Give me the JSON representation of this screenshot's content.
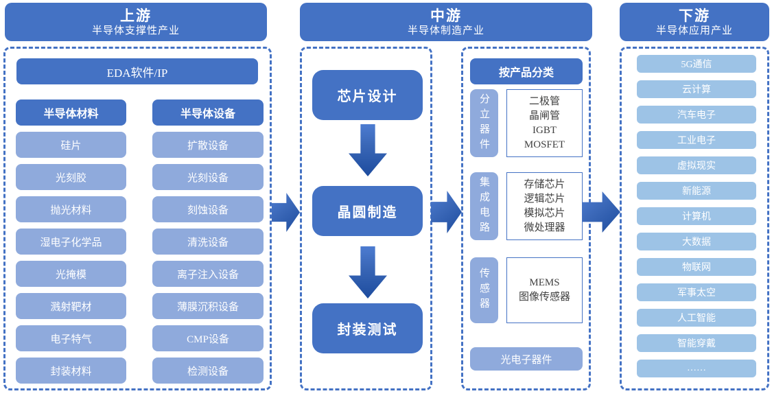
{
  "palette": {
    "header_blue": "#4472C4",
    "item_blue": "#8FAADC",
    "app_blue": "#9DC3E6",
    "arrow_dark_blue": "#1D4C9E",
    "dashed_border": "#4472C4",
    "white_box_text": "#404040"
  },
  "upstream": {
    "title": "上游",
    "subtitle": "半导体支撑性产业",
    "eda": "EDA软件/IP",
    "materials": {
      "header": "半导体材料",
      "items": [
        "硅片",
        "光刻胶",
        "抛光材料",
        "湿电子化学品",
        "光掩模",
        "溅射靶材",
        "电子特气",
        "封装材料"
      ]
    },
    "equipment": {
      "header": "半导体设备",
      "items": [
        "扩散设备",
        "光刻设备",
        "刻蚀设备",
        "清洗设备",
        "离子注入设备",
        "薄膜沉积设备",
        "CMP设备",
        "检测设备"
      ]
    }
  },
  "midstream": {
    "title": "中游",
    "subtitle": "半导体制造产业",
    "flow": [
      "芯片设计",
      "晶圆制造",
      "封装测试"
    ],
    "classification": {
      "header": "按产品分类",
      "groups": [
        {
          "label": "分立器件",
          "items": [
            "二极管",
            "晶闸管",
            "IGBT",
            "MOSFET"
          ]
        },
        {
          "label": "集成电路",
          "items": [
            "存储芯片",
            "逻辑芯片",
            "模拟芯片",
            "微处理器"
          ]
        },
        {
          "label": "传感器",
          "items": [
            "MEMS",
            "图像传感器"
          ]
        }
      ],
      "footer": "光电子器件"
    }
  },
  "downstream": {
    "title": "下游",
    "subtitle": "半导体应用产业",
    "items": [
      "5G通信",
      "云计算",
      "汽车电子",
      "工业电子",
      "虚拟现实",
      "新能源",
      "计算机",
      "大数据",
      "物联网",
      "军事太空",
      "人工智能",
      "智能穿戴",
      "……"
    ]
  }
}
